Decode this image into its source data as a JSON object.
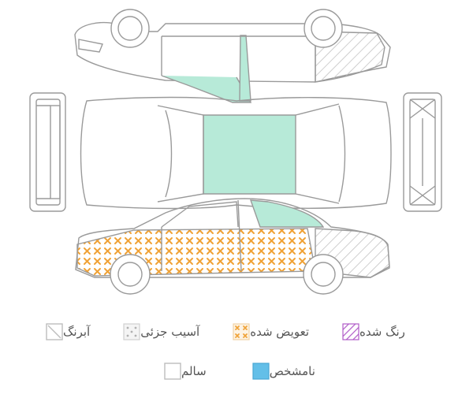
{
  "diagram": {
    "description_key": "car-body-condition-diagram",
    "colors": {
      "outline": "#9a9a9a",
      "healthy_green": "#b7ead8",
      "replaced_orange": "#f0a236",
      "painted_purple": "#b05cc8",
      "scratch_gray": "#c9c9c9",
      "unknown_blue": "#63bfe8"
    }
  },
  "legend": {
    "painted": "رنگ شده",
    "replaced": "تعویض شده",
    "minor_damage": "آسیب جزئی",
    "dent": "آبرنگ",
    "unknown": "نامشخص",
    "healthy": "سالم"
  }
}
